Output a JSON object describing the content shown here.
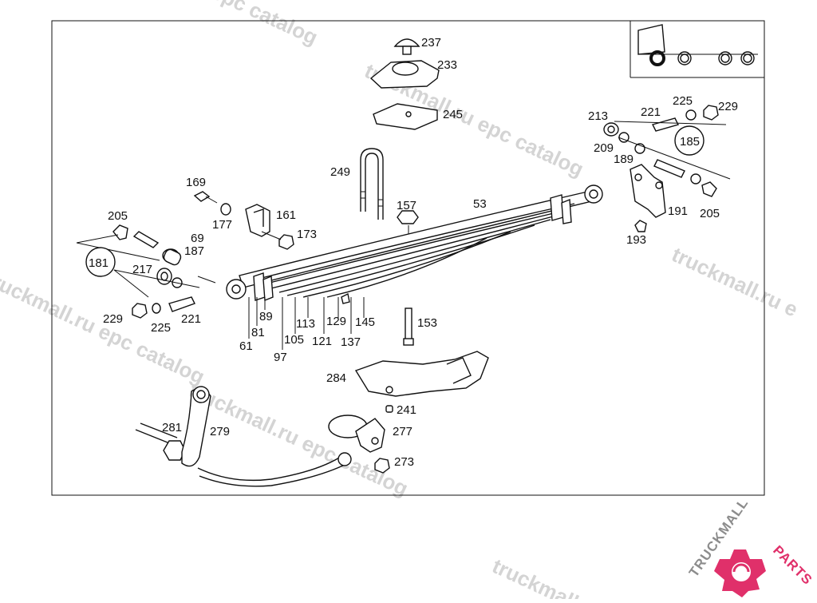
{
  "watermark": {
    "text_a": "truckmall.ru epc catalog",
    "text_b": "truckmall.ru epc catalog",
    "text_c": "truckmall.ru epc catalog",
    "text_d": "truckmall.ru epc catalog",
    "text_e": "l epc catalog",
    "text_f": "truckmall.ru e",
    "text_g": "truckmall.ru"
  },
  "brand": {
    "name_dark": "TRUCKMALL",
    "name_accent": "PARTS",
    "accent_color": "#e0306a"
  },
  "callouts": {
    "c237": "237",
    "c233": "233",
    "c245": "245",
    "c249": "249",
    "c157": "157",
    "c53": "53",
    "c213": "213",
    "c221a": "221",
    "c225a": "225",
    "c229a": "229",
    "c185": "185",
    "c209": "209",
    "c189": "189",
    "c191": "191",
    "c205a": "205",
    "c193": "193",
    "c169": "169",
    "c177": "177",
    "c161": "161",
    "c173": "173",
    "c205b": "205",
    "c69": "69",
    "c187": "187",
    "c181": "181",
    "c217": "217",
    "c229b": "229",
    "c225b": "225",
    "c221b": "221",
    "c89": "89",
    "c81": "81",
    "c61": "61",
    "c97": "97",
    "c105": "105",
    "c113": "113",
    "c121": "121",
    "c129": "129",
    "c137": "137",
    "c145": "145",
    "c153": "153",
    "c284": "284",
    "c241": "241",
    "c281": "281",
    "c279": "279",
    "c277": "277",
    "c273": "273"
  }
}
